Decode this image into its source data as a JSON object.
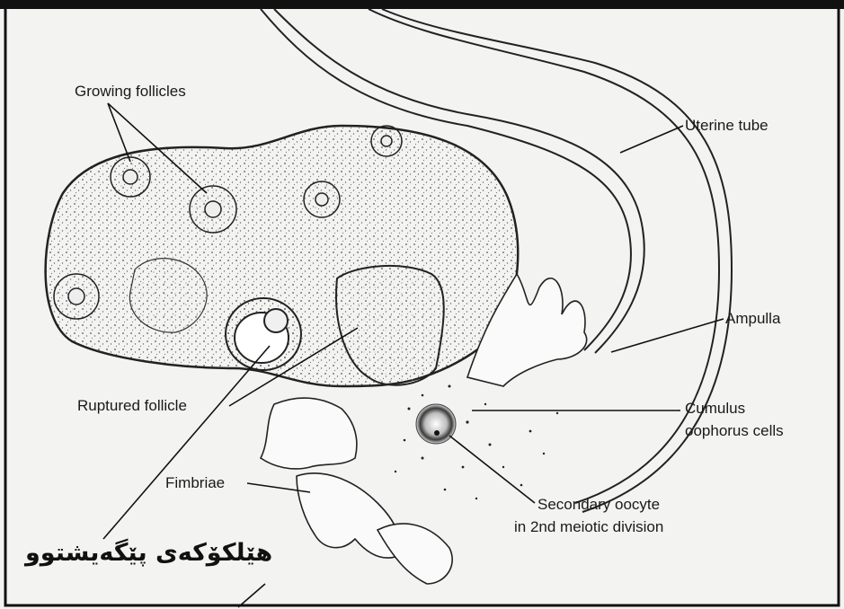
{
  "labels": {
    "growing_follicles": "Growing follicles",
    "uterine_tube": "Uterine tube",
    "ampulla": "Ampulla",
    "ruptured_follicle": "Ruptured follicle",
    "cumulus_line1": "Cumulus",
    "cumulus_line2": "oophorus cells",
    "fimbriae": "Fimbriae",
    "oocyte_line1": "Secondary oocyte",
    "oocyte_line2": "in 2nd meiotic division"
  },
  "caption": "هێلکۆکەی پێگەیشتوو",
  "colors": {
    "ink": "#1a1a1a",
    "paper": "#f3f3f1",
    "frame": "#111111"
  }
}
